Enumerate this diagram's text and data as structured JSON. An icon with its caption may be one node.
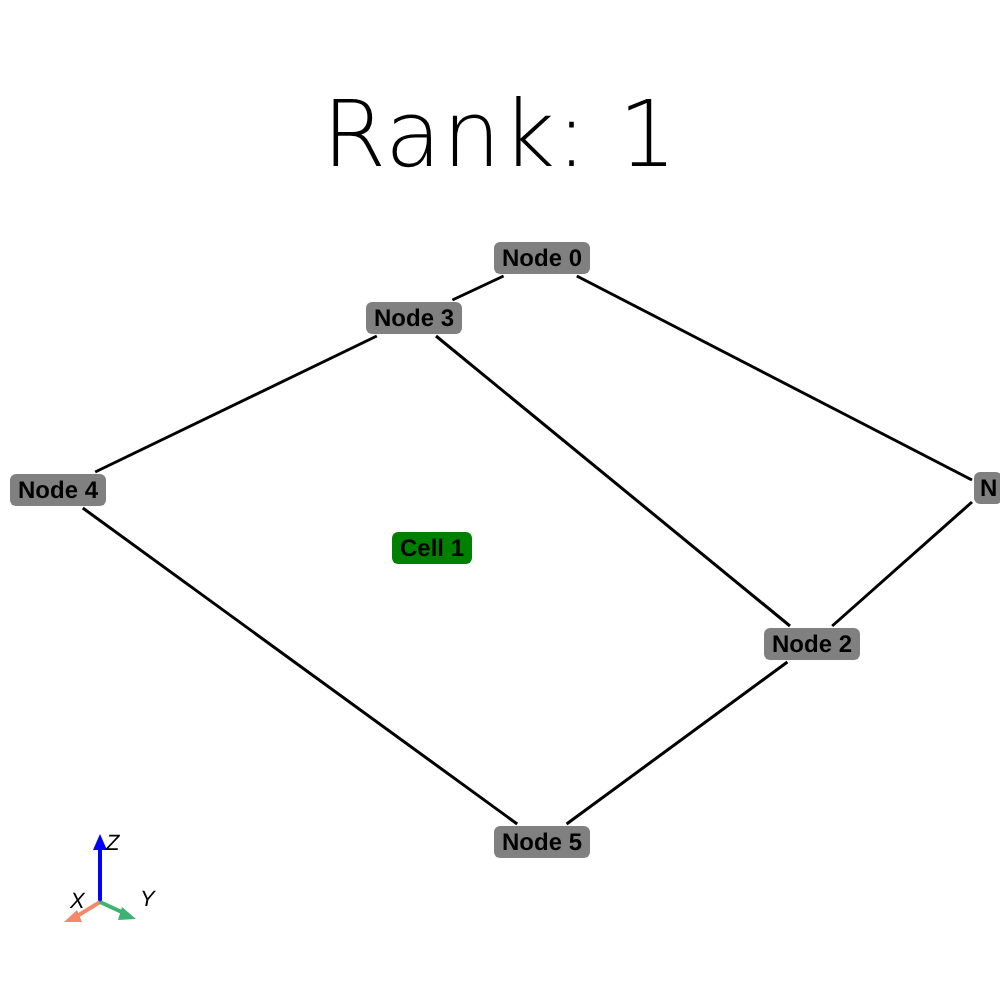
{
  "diagram": {
    "title": "Rank: 1",
    "nodes": [
      {
        "text": [
          "Node 0"
        ]
      },
      {
        "text": [
          "Node 3"
        ]
      },
      {
        "text": [
          "Node 4"
        ]
      },
      {
        "text": [
          "N"
        ]
      },
      {
        "text": [
          "Cell 1"
        ]
      },
      {
        "text": [
          "Node 2"
        ]
      },
      {
        "text": [
          "Node 5"
        ]
      }
    ],
    "edges": [
      {
        "from": 1,
        "to": 0,
        "arrow": "none"
      },
      {
        "from": 0,
        "to": 3,
        "arrow": "none"
      },
      {
        "from": 3,
        "to": 5,
        "arrow": "none"
      },
      {
        "from": 1,
        "to": 5,
        "arrow": "none"
      },
      {
        "from": 1,
        "to": 2,
        "arrow": "none"
      },
      {
        "from": 2,
        "to": 6,
        "arrow": "none"
      },
      {
        "from": 6,
        "to": 5,
        "arrow": "none"
      }
    ],
    "labels": [
      "Z",
      "X",
      "Y"
    ]
  }
}
